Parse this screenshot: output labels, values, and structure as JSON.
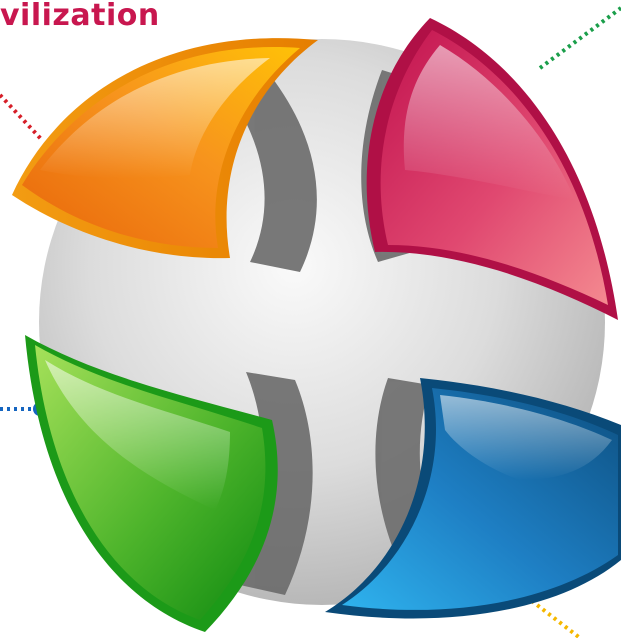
{
  "title_text": "vilization",
  "colors": {
    "title": "#c8174f",
    "orange": "#f7941d",
    "pink": "#d81b5b",
    "green": "#55b82f",
    "blue": "#1e8fd6",
    "red_dots": "#d61e28",
    "green_dots": "#1a9e4a",
    "blue_dots": "#1565c0",
    "yellow_dots": "#f5b800"
  },
  "diagram": {
    "segments": [
      "orange-segment",
      "pink-segment",
      "green-segment",
      "blue-segment"
    ]
  }
}
